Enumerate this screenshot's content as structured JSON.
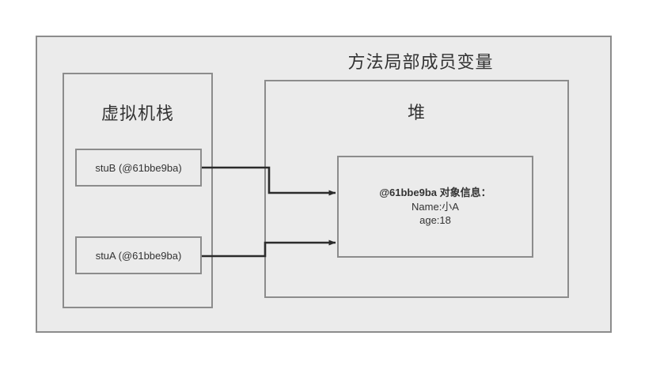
{
  "diagram": {
    "title": "方法局部成员变量",
    "regions": {
      "stack": {
        "label": "虚拟机栈",
        "slots": [
          {
            "name": "stub",
            "text": "stuB (@61bbe9ba)"
          },
          {
            "name": "stua",
            "text": "stuA (@61bbe9ba)"
          }
        ]
      },
      "heap": {
        "label": "堆",
        "object": {
          "header": "@61bbe9ba 对象信息：",
          "lines": [
            "Name:小A",
            "age:18"
          ]
        }
      }
    },
    "arrows": [
      {
        "name": "stub-to-object",
        "from": "stuB (@61bbe9ba)",
        "to": "@61bbe9ba 对象信息："
      },
      {
        "name": "stua-to-object",
        "from": "stuA (@61bbe9ba)",
        "to": "@61bbe9ba 对象信息："
      }
    ],
    "colors": {
      "page_background": "#ffffff",
      "box_fill": "#ebebeb",
      "box_border": "#8c8c8c",
      "text": "#333333",
      "arrow": "#2b2b2b"
    }
  }
}
